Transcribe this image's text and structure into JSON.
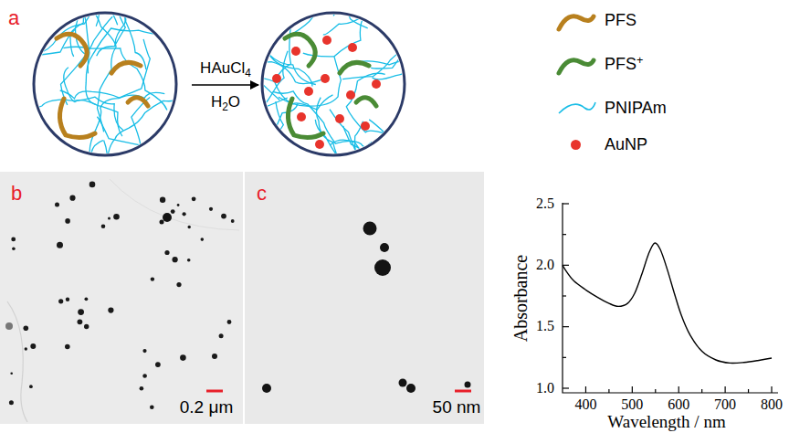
{
  "diagram": {
    "labels": [
      "a",
      "HAuCl4",
      "H2O",
      "b",
      "c",
      "0.2 μm",
      "50 nm",
      "2.5",
      "2.0",
      "1.5",
      "1.0",
      "Absorbance",
      "400",
      "500",
      "600",
      "700",
      "800",
      "Wavelength / nm"
    ],
    "legend": [
      {
        "text": "PFS"
      },
      {
        "text": "PFS+"
      },
      {
        "text": "PNIPAm"
      },
      {
        "text": "AuNP",
        "color": "#e8342c"
      }
    ]
  }
}
